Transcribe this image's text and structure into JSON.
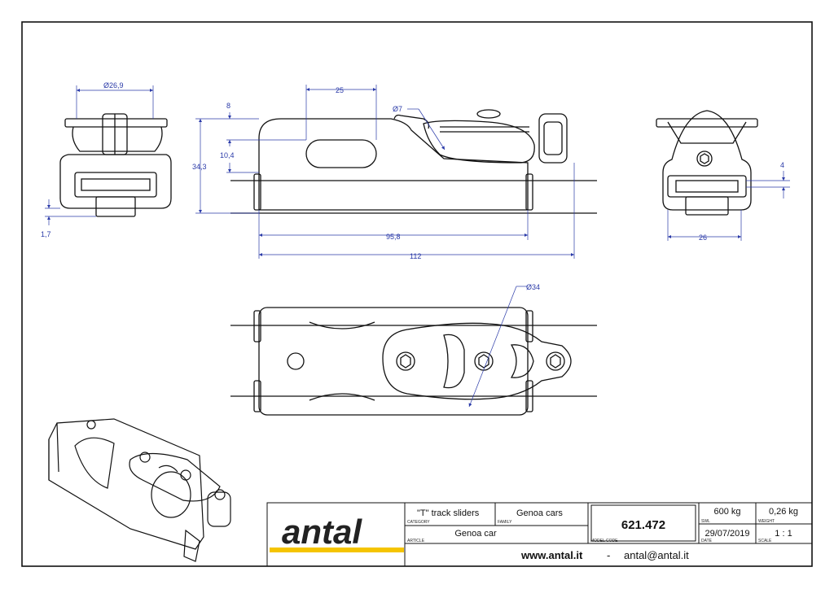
{
  "dimensions": {
    "top_width": "Ø26,9",
    "slot_width": "25",
    "pin_diameter": "Ø7",
    "height_8": "8",
    "height_total": "34,3",
    "height_10": "10,4",
    "offset_1": "1,7",
    "body_length": "95,8",
    "overall_length": "112",
    "sheave_diameter": "Ø34",
    "end_height": "4",
    "end_width": "26"
  },
  "title_block": {
    "category_value": "\"T\" track sliders",
    "category_label": "CATEGORY",
    "family_value": "Genoa cars",
    "family_label": "FAMILY",
    "article_value": "Genoa car",
    "article_label": "ARTICLE",
    "model_code_value": "621.472",
    "model_code_label": "MODEL CODE",
    "swl_value": "600 kg",
    "swl_label": "SWL",
    "weight_value": "0,26 kg",
    "weight_label": "WEIGHT",
    "date_value": "29/07/2019",
    "date_label": "DATE",
    "scale_value": "1 : 1",
    "scale_label": "SCALE",
    "website": "www.antal.it",
    "separator": "-",
    "email": "antal@antal.it"
  },
  "logo": {
    "text": "antal",
    "accent_color": "#f5c400"
  },
  "colors": {
    "line": "#111111",
    "dimension": "#2a3aa8"
  }
}
